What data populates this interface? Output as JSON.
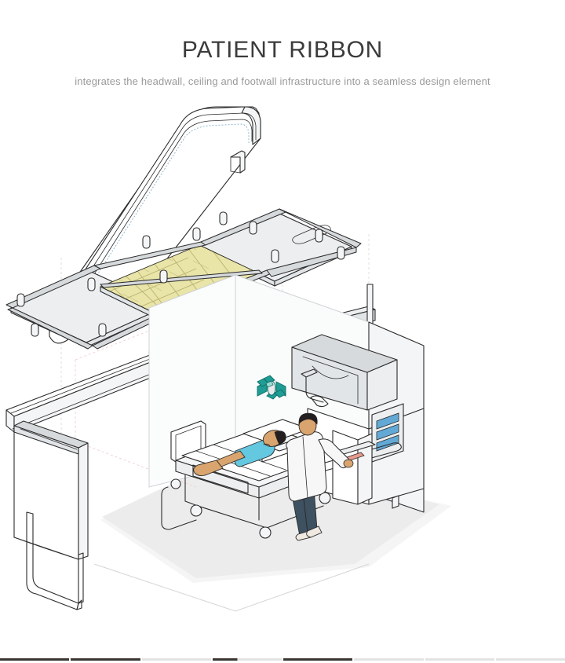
{
  "page": {
    "background_color": "#ffffff",
    "title": "PATIENT RIBBON",
    "subtitle": "integrates the headwall, ceiling and footwall infrastructure into a seamless design element"
  },
  "illustration": {
    "name": "patient-room-exploded-isometric",
    "description": "Exploded isometric line drawing of a hospital patient room showing a curved ceiling ribbon shell, a suspended ceiling grid with illuminated panels, a horizontal ribbon rail, a headwall with service modules, a patient bed with patient, a caregiver, and a footwall panel.",
    "colors": {
      "outline": "#2b2b2b",
      "light_fill": "#f4f5f6",
      "panel_fill": "#eceef0",
      "glass_fill": "#e8ebee",
      "lit_panel": "#e9e5a8",
      "lit_panel_edge": "#c9c47e",
      "accent_teal": "#1f9c94",
      "accent_teal_dark": "#147a73",
      "gown_blue": "#63c8e0",
      "scrubs_navy": "#3d5160",
      "skin": "#d9a46e",
      "hair": "#231f20",
      "coat_white": "#f7f7f7",
      "floor_shadow": "#ebebeb",
      "guide_pink": "#f0c8cc",
      "guide_cyan": "#bfe4e6"
    },
    "parts": [
      {
        "id": "ceiling-ribbon-shell",
        "label": "ceiling ribbon shell"
      },
      {
        "id": "ceiling-grid",
        "label": "ceiling service grid"
      },
      {
        "id": "lit-ceiling-panels",
        "label": "illuminated ceiling panels"
      },
      {
        "id": "ribbon-rail",
        "label": "horizontal ribbon rail"
      },
      {
        "id": "headwall",
        "label": "headwall with service modules"
      },
      {
        "id": "patient-bed",
        "label": "patient bed"
      },
      {
        "id": "patient-figure",
        "label": "patient"
      },
      {
        "id": "caregiver-figure",
        "label": "caregiver"
      },
      {
        "id": "footwall-panel",
        "label": "footwall panel"
      },
      {
        "id": "exam-light-icon",
        "label": "ceiling exam light"
      },
      {
        "id": "floor-shadow",
        "label": "floor shadow"
      }
    ]
  },
  "progress": {
    "total_segments": 8,
    "segments": [
      "done",
      "done",
      "empty",
      "partial",
      "done",
      "empty",
      "empty",
      "empty"
    ]
  }
}
